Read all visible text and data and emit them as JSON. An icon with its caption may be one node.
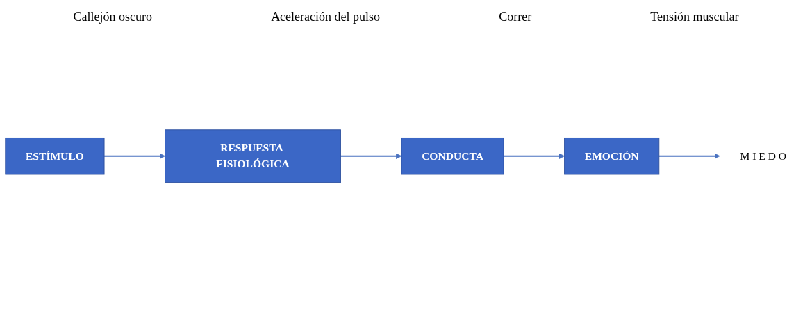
{
  "diagram": {
    "nodes": [
      {
        "text": [
          "ESTÍMULO"
        ]
      },
      {
        "text": [
          "RESPUESTA FISIOLÓGICA"
        ]
      },
      {
        "text": [
          "CONDUCTA"
        ]
      },
      {
        "text": [
          "EMOCIÓN"
        ]
      },
      {
        "text": [
          "M I E D O"
        ]
      }
    ],
    "edges": [
      {
        "from": 0,
        "to": 1,
        "arrow": "to"
      },
      {
        "from": 1,
        "to": 2,
        "arrow": "to"
      },
      {
        "from": 2,
        "to": 3,
        "arrow": "to"
      },
      {
        "from": 3,
        "to": 4,
        "arrow": "to"
      }
    ],
    "labels": [
      "Callejón oscuro",
      "Aceleración del pulso",
      "Correr",
      "Tensión muscular"
    ]
  }
}
